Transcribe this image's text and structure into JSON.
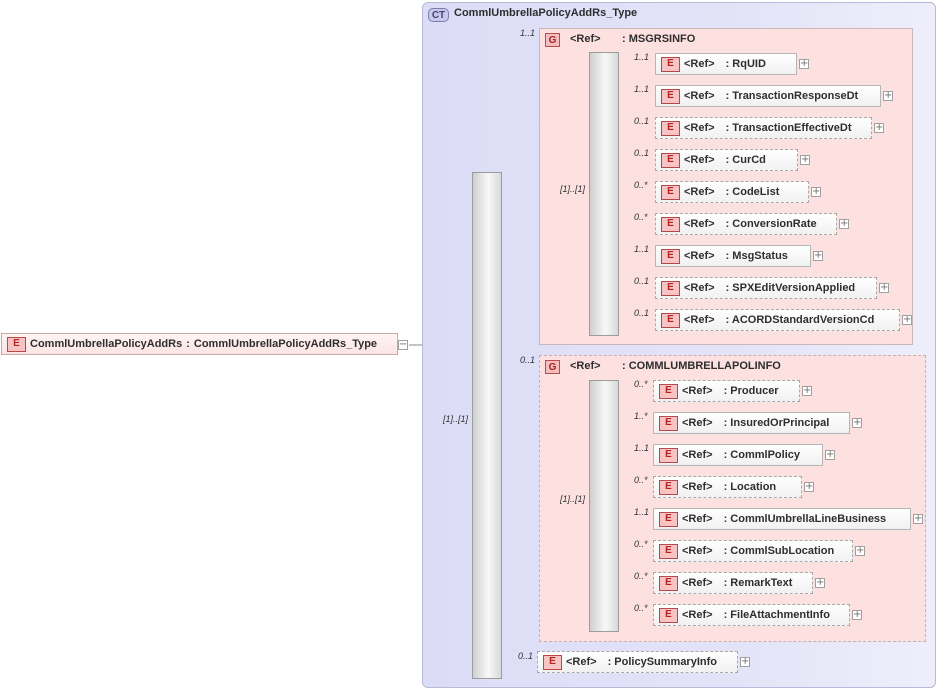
{
  "root": {
    "badge": "E",
    "label": "CommlUmbrellaPolicyAddRs",
    "separator": ":",
    "type": "CommlUmbrellaPolicyAddRs_Type",
    "collapse": "−"
  },
  "complex_type": {
    "badge": "CT",
    "title": "CommlUmbrellaPolicyAddRs_Type"
  },
  "sequence": {
    "cardinality": "[1]..[1]"
  },
  "groups": [
    {
      "badge": "G",
      "ref": "<Ref>",
      "name": ": MSGRSINFO",
      "cardinality": "1..1",
      "seq_cardinality": "[1]..[1]",
      "elements": [
        {
          "card": "1..1",
          "ref": "<Ref>",
          "name": ": RqUID"
        },
        {
          "card": "1..1",
          "ref": "<Ref>",
          "name": ": TransactionResponseDt"
        },
        {
          "card": "0..1",
          "ref": "<Ref>",
          "name": ": TransactionEffectiveDt"
        },
        {
          "card": "0..1",
          "ref": "<Ref>",
          "name": ": CurCd"
        },
        {
          "card": "0..*",
          "ref": "<Ref>",
          "name": ": CodeList"
        },
        {
          "card": "0..*",
          "ref": "<Ref>",
          "name": ": ConversionRate"
        },
        {
          "card": "1..1",
          "ref": "<Ref>",
          "name": ": MsgStatus"
        },
        {
          "card": "0..1",
          "ref": "<Ref>",
          "name": ": SPXEditVersionApplied"
        },
        {
          "card": "0..1",
          "ref": "<Ref>",
          "name": ": ACORDStandardVersionCd"
        }
      ]
    },
    {
      "badge": "G",
      "ref": "<Ref>",
      "name": ": COMMLUMBRELLAPOLINFO",
      "cardinality": "0..1",
      "seq_cardinality": "[1]..[1]",
      "elements": [
        {
          "card": "0..*",
          "ref": "<Ref>",
          "name": ": Producer"
        },
        {
          "card": "1..*",
          "ref": "<Ref>",
          "name": ": InsuredOrPrincipal"
        },
        {
          "card": "1..1",
          "ref": "<Ref>",
          "name": ": CommlPolicy"
        },
        {
          "card": "0..*",
          "ref": "<Ref>",
          "name": ": Location"
        },
        {
          "card": "1..1",
          "ref": "<Ref>",
          "name": ": CommlUmbrellaLineBusiness"
        },
        {
          "card": "0..*",
          "ref": "<Ref>",
          "name": ": CommlSubLocation"
        },
        {
          "card": "0..*",
          "ref": "<Ref>",
          "name": ": RemarkText"
        },
        {
          "card": "0..*",
          "ref": "<Ref>",
          "name": ": FileAttachmentInfo"
        }
      ]
    }
  ],
  "trailing_element": {
    "card": "0..1",
    "ref": "<Ref>",
    "name": ": PolicySummaryInfo"
  },
  "badges": {
    "element": "E"
  },
  "expand_glyph": "+",
  "colors": {
    "complex_type_bg": "#dcdcf7",
    "group_bg": "#fde1e1",
    "element_badge": "#f8c3c3",
    "connector": "#8a8a8a"
  }
}
